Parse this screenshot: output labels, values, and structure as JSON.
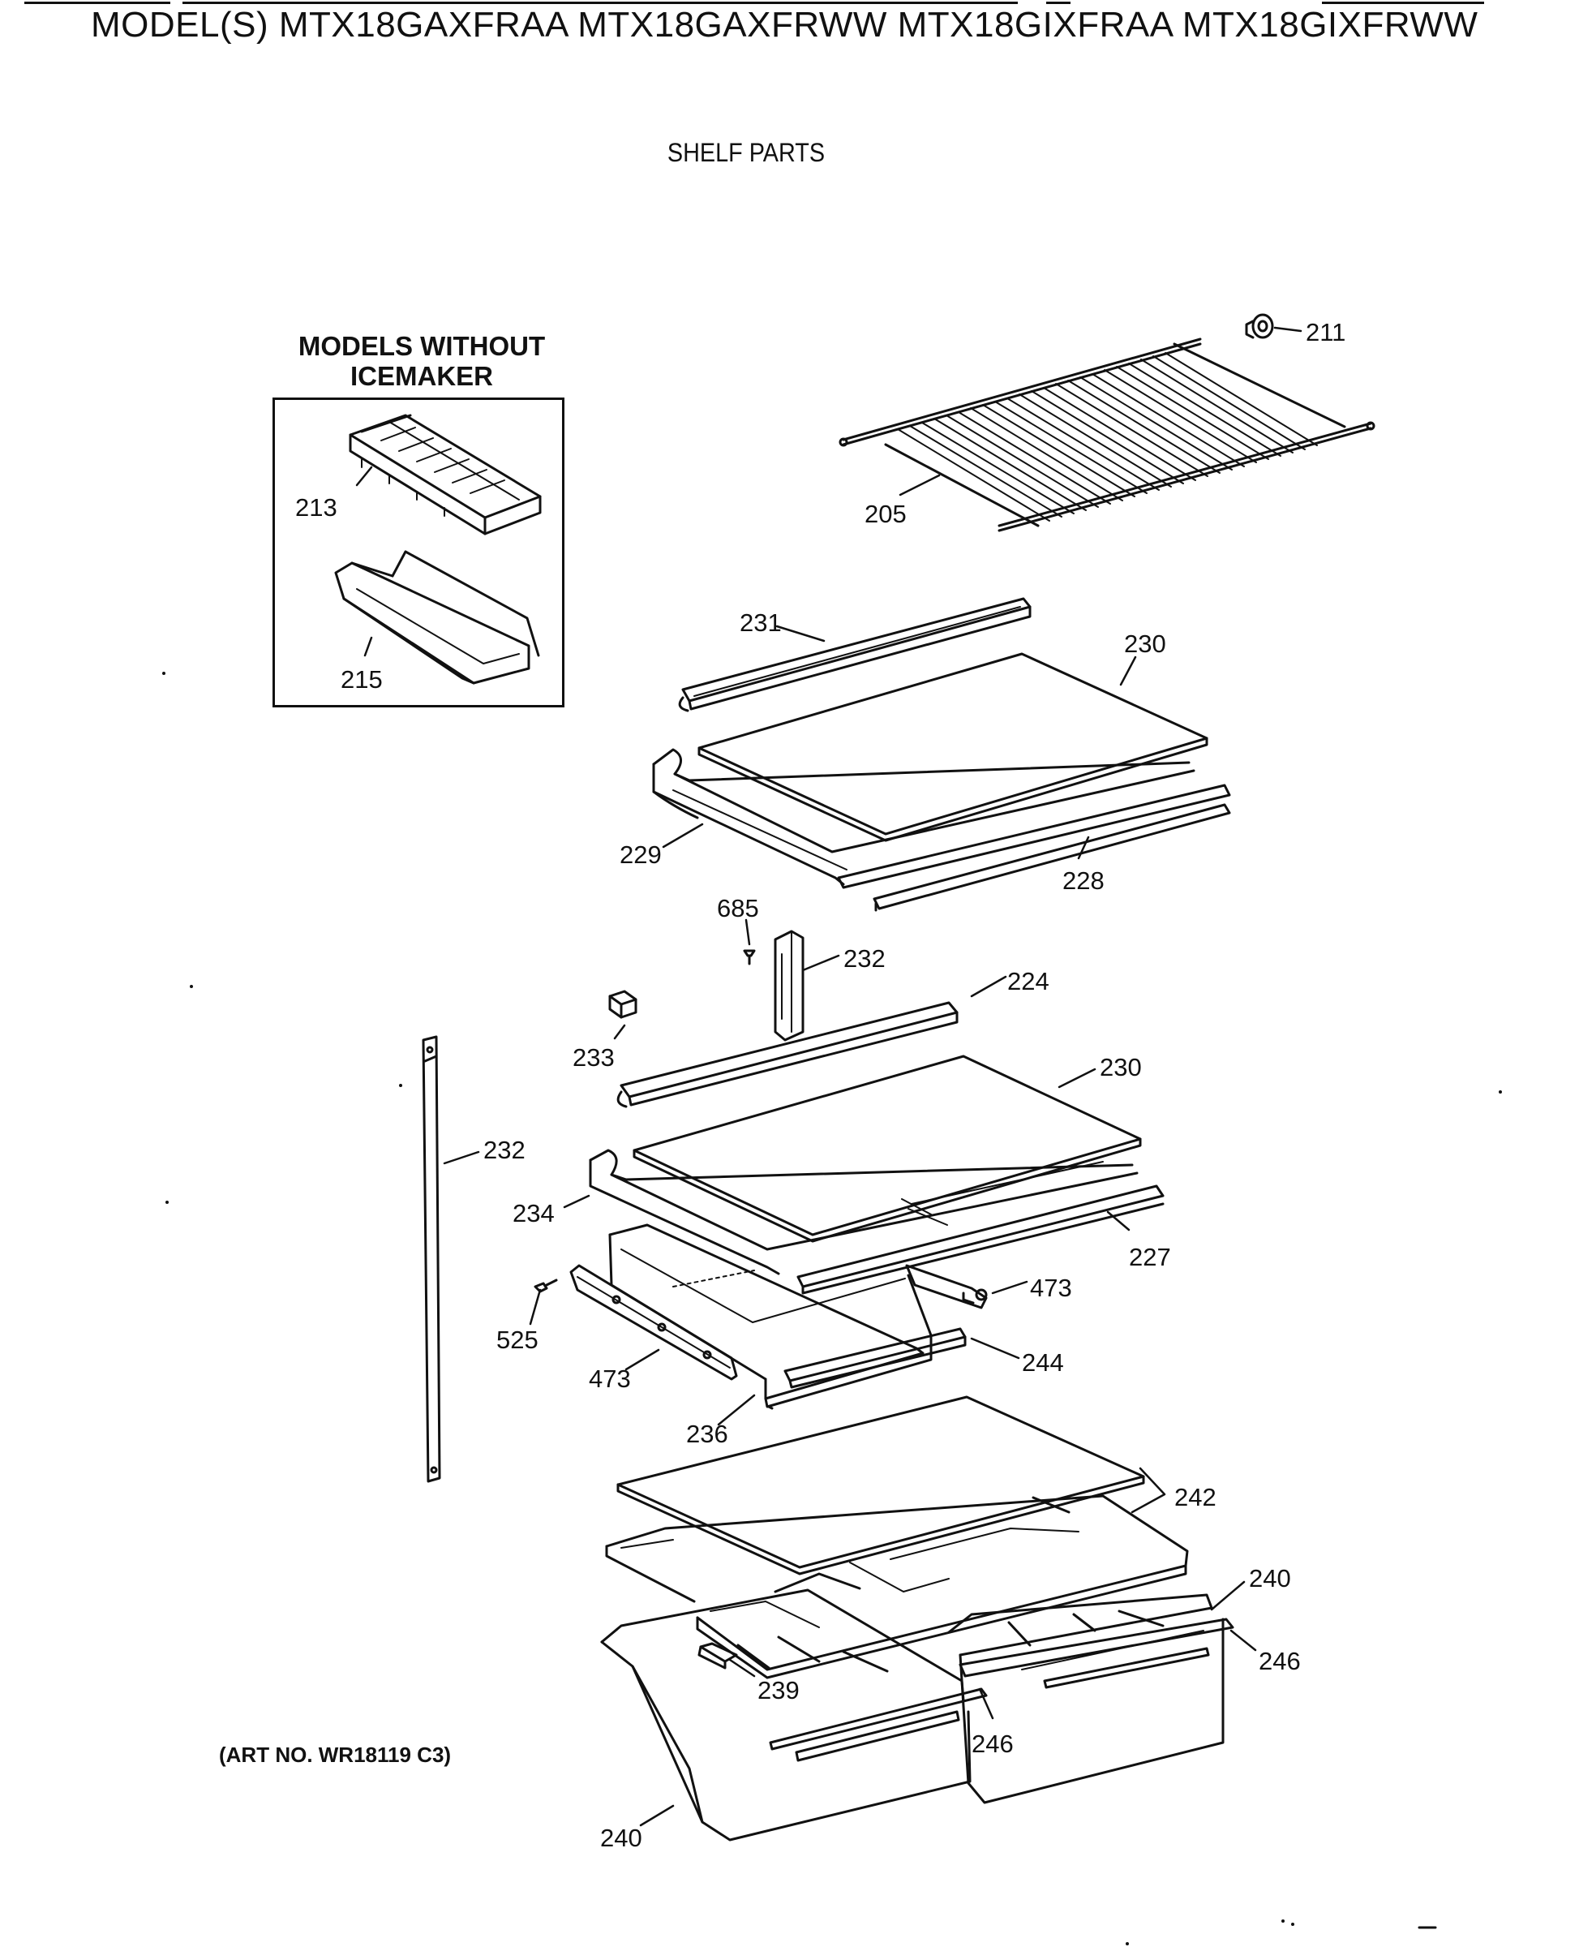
{
  "header": {
    "title": "MODEL(S) MTX18GAXFRAA  MTX18GAXFRWW  MTX18GIXFRAA  MTX18GIXFRWW",
    "subtitle": "SHELF PARTS"
  },
  "inset": {
    "heading_line1": "MODELS WITHOUT",
    "heading_line2": "ICEMAKER"
  },
  "art_number": "(ART NO. WR18119 C3)",
  "callouts": {
    "c211": "211",
    "c205": "205",
    "c213": "213",
    "c215": "215",
    "c231": "231",
    "c230a": "230",
    "c229": "229",
    "c228": "228",
    "c685": "685",
    "c232a": "232",
    "c224": "224",
    "c233": "233",
    "c230b": "230",
    "c232b": "232",
    "c234": "234",
    "c227": "227",
    "c473a": "473",
    "c525": "525",
    "c473b": "473",
    "c244": "244",
    "c236": "236",
    "c242": "242",
    "c240a": "240",
    "c246a": "246",
    "c239": "239",
    "c246b": "246",
    "c240b": "240"
  }
}
